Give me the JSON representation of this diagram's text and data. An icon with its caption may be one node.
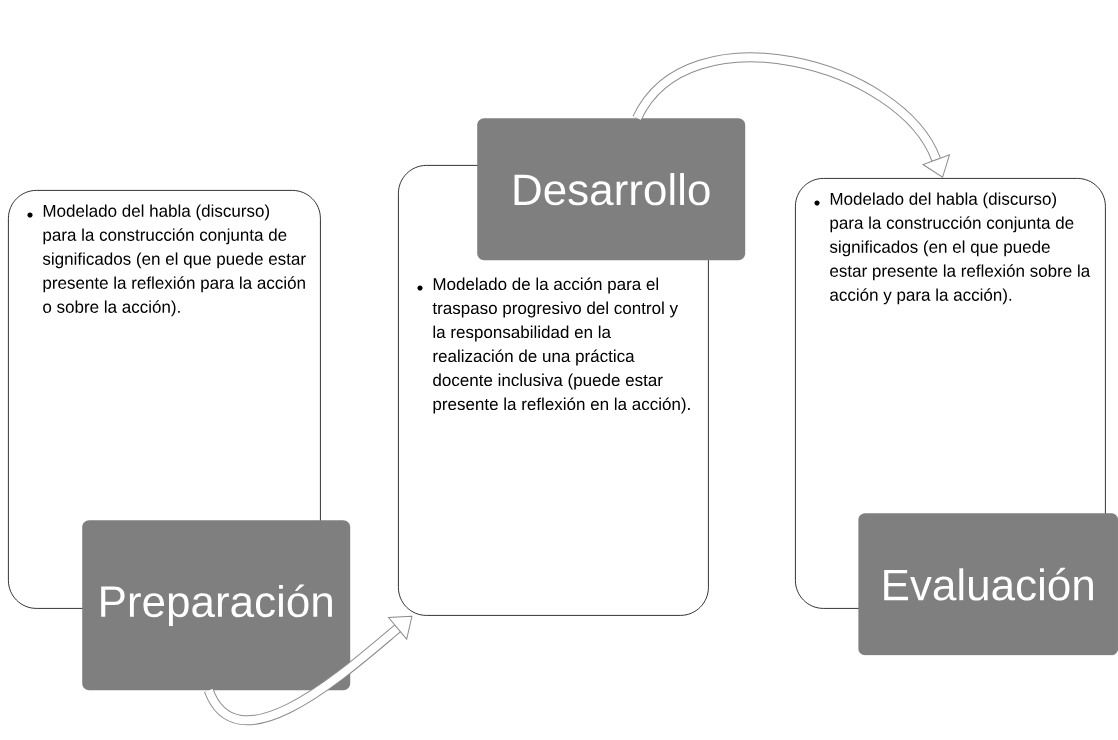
{
  "diagram": {
    "nodes": [
      {
        "text": [
          "Modelado del habla (discurso) para la construcción conjunta de significados (en el que puede estar presente la reflexión para la acción o sobre la acción)."
        ]
      },
      {
        "text": [
          "Preparación"
        ]
      },
      {
        "text": [
          "Modelado de la acción para el traspaso progresivo del control y la responsabilidad en la realización de una práctica docente inclusiva (puede estar presente la reflexión en la acción)."
        ]
      },
      {
        "text": [
          "Desarrollo"
        ]
      },
      {
        "text": [
          "Modelado del habla (discurso) para la construcción conjunta de significados (en el que puede estar presente la reflexión sobre la acción y para la acción)."
        ]
      },
      {
        "text": [
          "Evaluación"
        ]
      }
    ],
    "edges": [
      {
        "from": 1,
        "to": 2,
        "arrow": "to"
      },
      {
        "from": 3,
        "to": 4,
        "arrow": "to"
      }
    ]
  }
}
